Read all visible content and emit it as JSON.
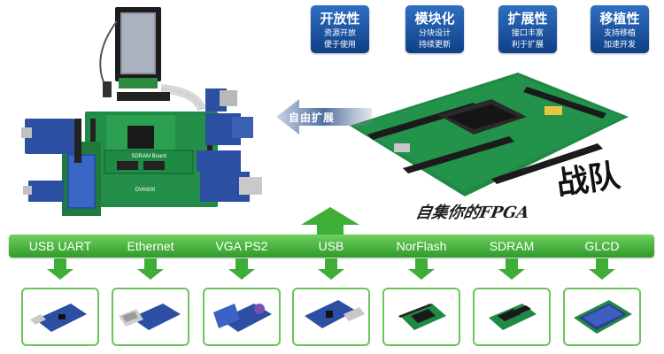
{
  "badges": [
    {
      "title": "开放性",
      "line1": "资源开放",
      "line2": "便于使用"
    },
    {
      "title": "模块化",
      "line1": "分块设计",
      "line2": "持续更新"
    },
    {
      "title": "扩展性",
      "line1": "接口丰富",
      "line2": "利于扩展"
    },
    {
      "title": "移植性",
      "line1": "支持移植",
      "line2": "加速开发"
    }
  ],
  "expand_label": "自由扩展",
  "slogan": "自集你的FPGA",
  "slogan_big": "战队",
  "board_labels": {
    "sdram": "SDRAM Board",
    "dvk": "DVK600"
  },
  "interfaces": [
    "USB UART",
    "Ethernet",
    "VGA PS2",
    "USB",
    "NorFlash",
    "SDRAM",
    "GLCD"
  ],
  "colors": {
    "badge_blue": "#1a4f9e",
    "bus_green": "#3fae37",
    "pcb_green": "#1f8a44",
    "module_border": "#6cc35d"
  }
}
